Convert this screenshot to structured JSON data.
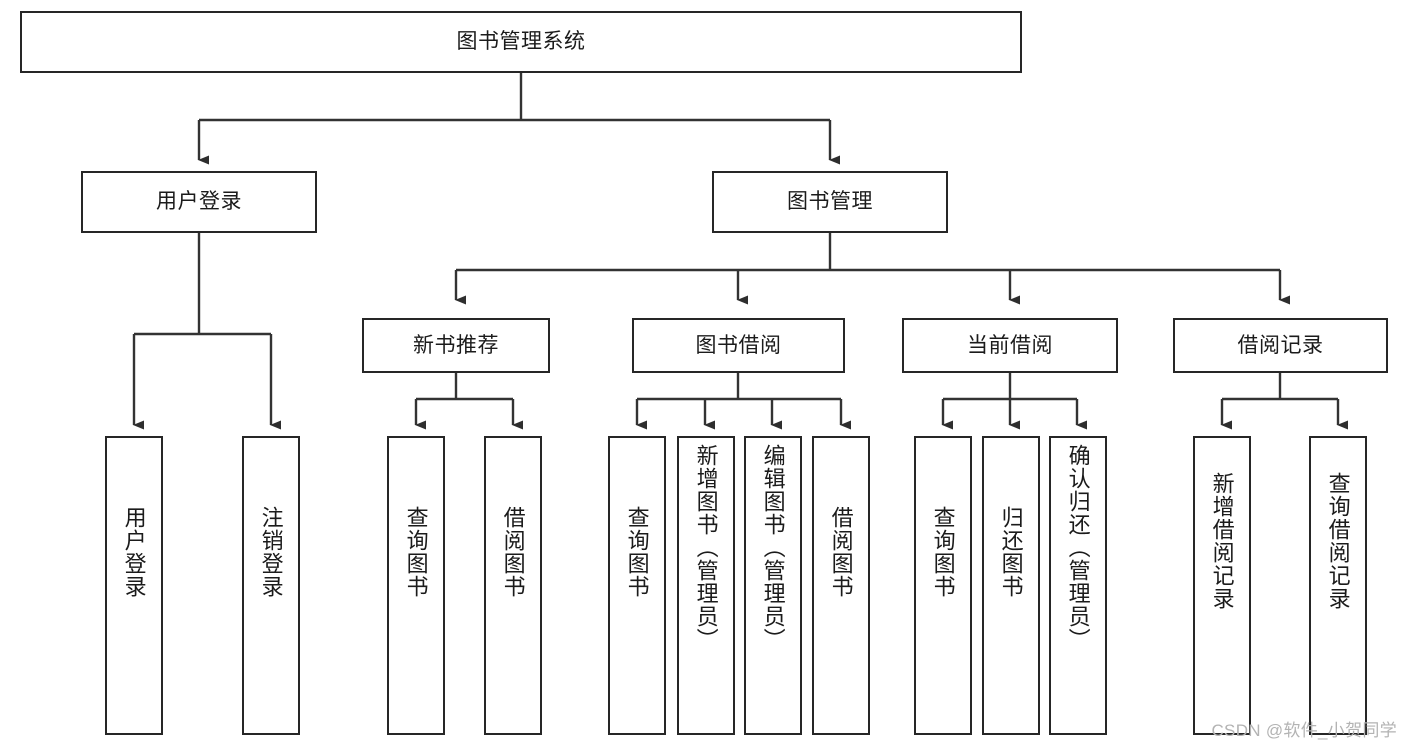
{
  "diagram": {
    "type": "tree-hierarchy-chart",
    "title": "图书管理系统",
    "watermark": "CSDN @软件_小贺同学",
    "colors": {
      "node_border": "#262626",
      "node_fill": "#ffffff",
      "edge": "#333333",
      "text": "#1b1b1b",
      "watermark": "#b3b3b3",
      "background": "#ffffff"
    },
    "nodes": {
      "root": {
        "label": "图书管理系统",
        "level": 0
      },
      "user_login": {
        "label": "用户登录",
        "level": 1
      },
      "book_manage": {
        "label": "图书管理",
        "level": 1
      },
      "new_book_rec": {
        "label": "新书推荐",
        "level": 2
      },
      "book_borrow": {
        "label": "图书借阅",
        "level": 2
      },
      "current_borrow": {
        "label": "当前借阅",
        "level": 2
      },
      "borrow_record": {
        "label": "借阅记录",
        "level": 2
      },
      "leaf_user_login": {
        "label": "用户登录",
        "level": 2
      },
      "leaf_logout": {
        "label": "注销登录",
        "level": 2
      },
      "leaf_query_book_1": {
        "label": "查询图书",
        "level": 3
      },
      "leaf_borrow_book_1": {
        "label": "借阅图书",
        "level": 3
      },
      "leaf_query_book_2": {
        "label": "查询图书",
        "level": 3
      },
      "leaf_add_book": {
        "label": "新增图书（管理员）",
        "level": 3
      },
      "leaf_edit_book": {
        "label": "编辑图书（管理员）",
        "level": 3
      },
      "leaf_borrow_book_2": {
        "label": "借阅图书",
        "level": 3
      },
      "leaf_query_book_3": {
        "label": "查询图书",
        "level": 3
      },
      "leaf_return_book": {
        "label": "归还图书",
        "level": 3
      },
      "leaf_confirm_return": {
        "label": "确认归还（管理员）",
        "level": 3
      },
      "leaf_add_record": {
        "label": "新增借阅记录",
        "level": 3
      },
      "leaf_query_record": {
        "label": "查询借阅记录",
        "level": 3
      }
    },
    "edges": [
      {
        "from": "root",
        "to": "user_login"
      },
      {
        "from": "root",
        "to": "book_manage"
      },
      {
        "from": "user_login",
        "to": "leaf_user_login"
      },
      {
        "from": "user_login",
        "to": "leaf_logout"
      },
      {
        "from": "book_manage",
        "to": "new_book_rec"
      },
      {
        "from": "book_manage",
        "to": "book_borrow"
      },
      {
        "from": "book_manage",
        "to": "current_borrow"
      },
      {
        "from": "book_manage",
        "to": "borrow_record"
      },
      {
        "from": "new_book_rec",
        "to": "leaf_query_book_1"
      },
      {
        "from": "new_book_rec",
        "to": "leaf_borrow_book_1"
      },
      {
        "from": "book_borrow",
        "to": "leaf_query_book_2"
      },
      {
        "from": "book_borrow",
        "to": "leaf_add_book"
      },
      {
        "from": "book_borrow",
        "to": "leaf_edit_book"
      },
      {
        "from": "book_borrow",
        "to": "leaf_borrow_book_2"
      },
      {
        "from": "current_borrow",
        "to": "leaf_query_book_3"
      },
      {
        "from": "current_borrow",
        "to": "leaf_return_book"
      },
      {
        "from": "current_borrow",
        "to": "leaf_confirm_return"
      },
      {
        "from": "borrow_record",
        "to": "leaf_add_record"
      },
      {
        "from": "borrow_record",
        "to": "leaf_query_record"
      }
    ]
  }
}
